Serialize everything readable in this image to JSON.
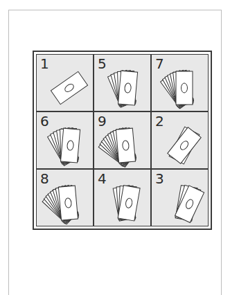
{
  "diagram": {
    "nodes": [
      {
        "text": [
          "1"
        ]
      },
      {
        "text": [
          "5"
        ]
      },
      {
        "text": [
          "7"
        ]
      },
      {
        "text": [
          "6"
        ]
      },
      {
        "text": [
          "9"
        ]
      },
      {
        "text": [
          "2"
        ]
      },
      {
        "text": [
          "8"
        ]
      },
      {
        "text": [
          "4"
        ]
      },
      {
        "text": [
          "3"
        ]
      }
    ]
  }
}
